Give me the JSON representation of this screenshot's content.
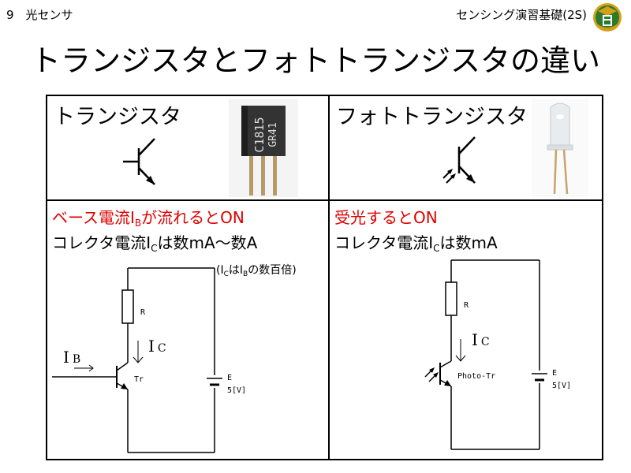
{
  "header": {
    "section": "9　光センサ",
    "course": "センシング演習基礎(2S)"
  },
  "title": "トランジスタとフォトトランジスタの違い",
  "transistor": {
    "heading": "トランジスタ",
    "package_line1": "C1815",
    "package_line2": "GR41",
    "condition_pre": "ベース電流I",
    "condition_sub": "B",
    "condition_post": "が流れるとON",
    "current_pre": "コレクタ電流I",
    "current_sub": "C",
    "current_post": "は数mA〜数A",
    "note_open": "(I",
    "note_sub1": "C",
    "note_mid": "はI",
    "note_sub2": "B",
    "note_post": "の数百倍)",
    "circuit": {
      "resistor": "R",
      "device": "Tr",
      "battery": "E",
      "voltage": "5[V]",
      "ib_label": "I",
      "ib_sub": "B",
      "ic_label": "I",
      "ic_sub": "C"
    }
  },
  "phototransistor": {
    "heading": "フォトトランジスタ",
    "condition": "受光するとON",
    "current_pre": "コレクタ電流I",
    "current_sub": "C",
    "current_post": "は数mA",
    "circuit": {
      "resistor": "R",
      "device": "Photo-Tr",
      "battery": "E",
      "voltage": "5[V]",
      "ic_label": "I",
      "ic_sub": "C"
    }
  },
  "colors": {
    "emphasis": "#e00000",
    "emblem_green": "#2d7a2d",
    "emblem_gold": "#d4a017"
  }
}
